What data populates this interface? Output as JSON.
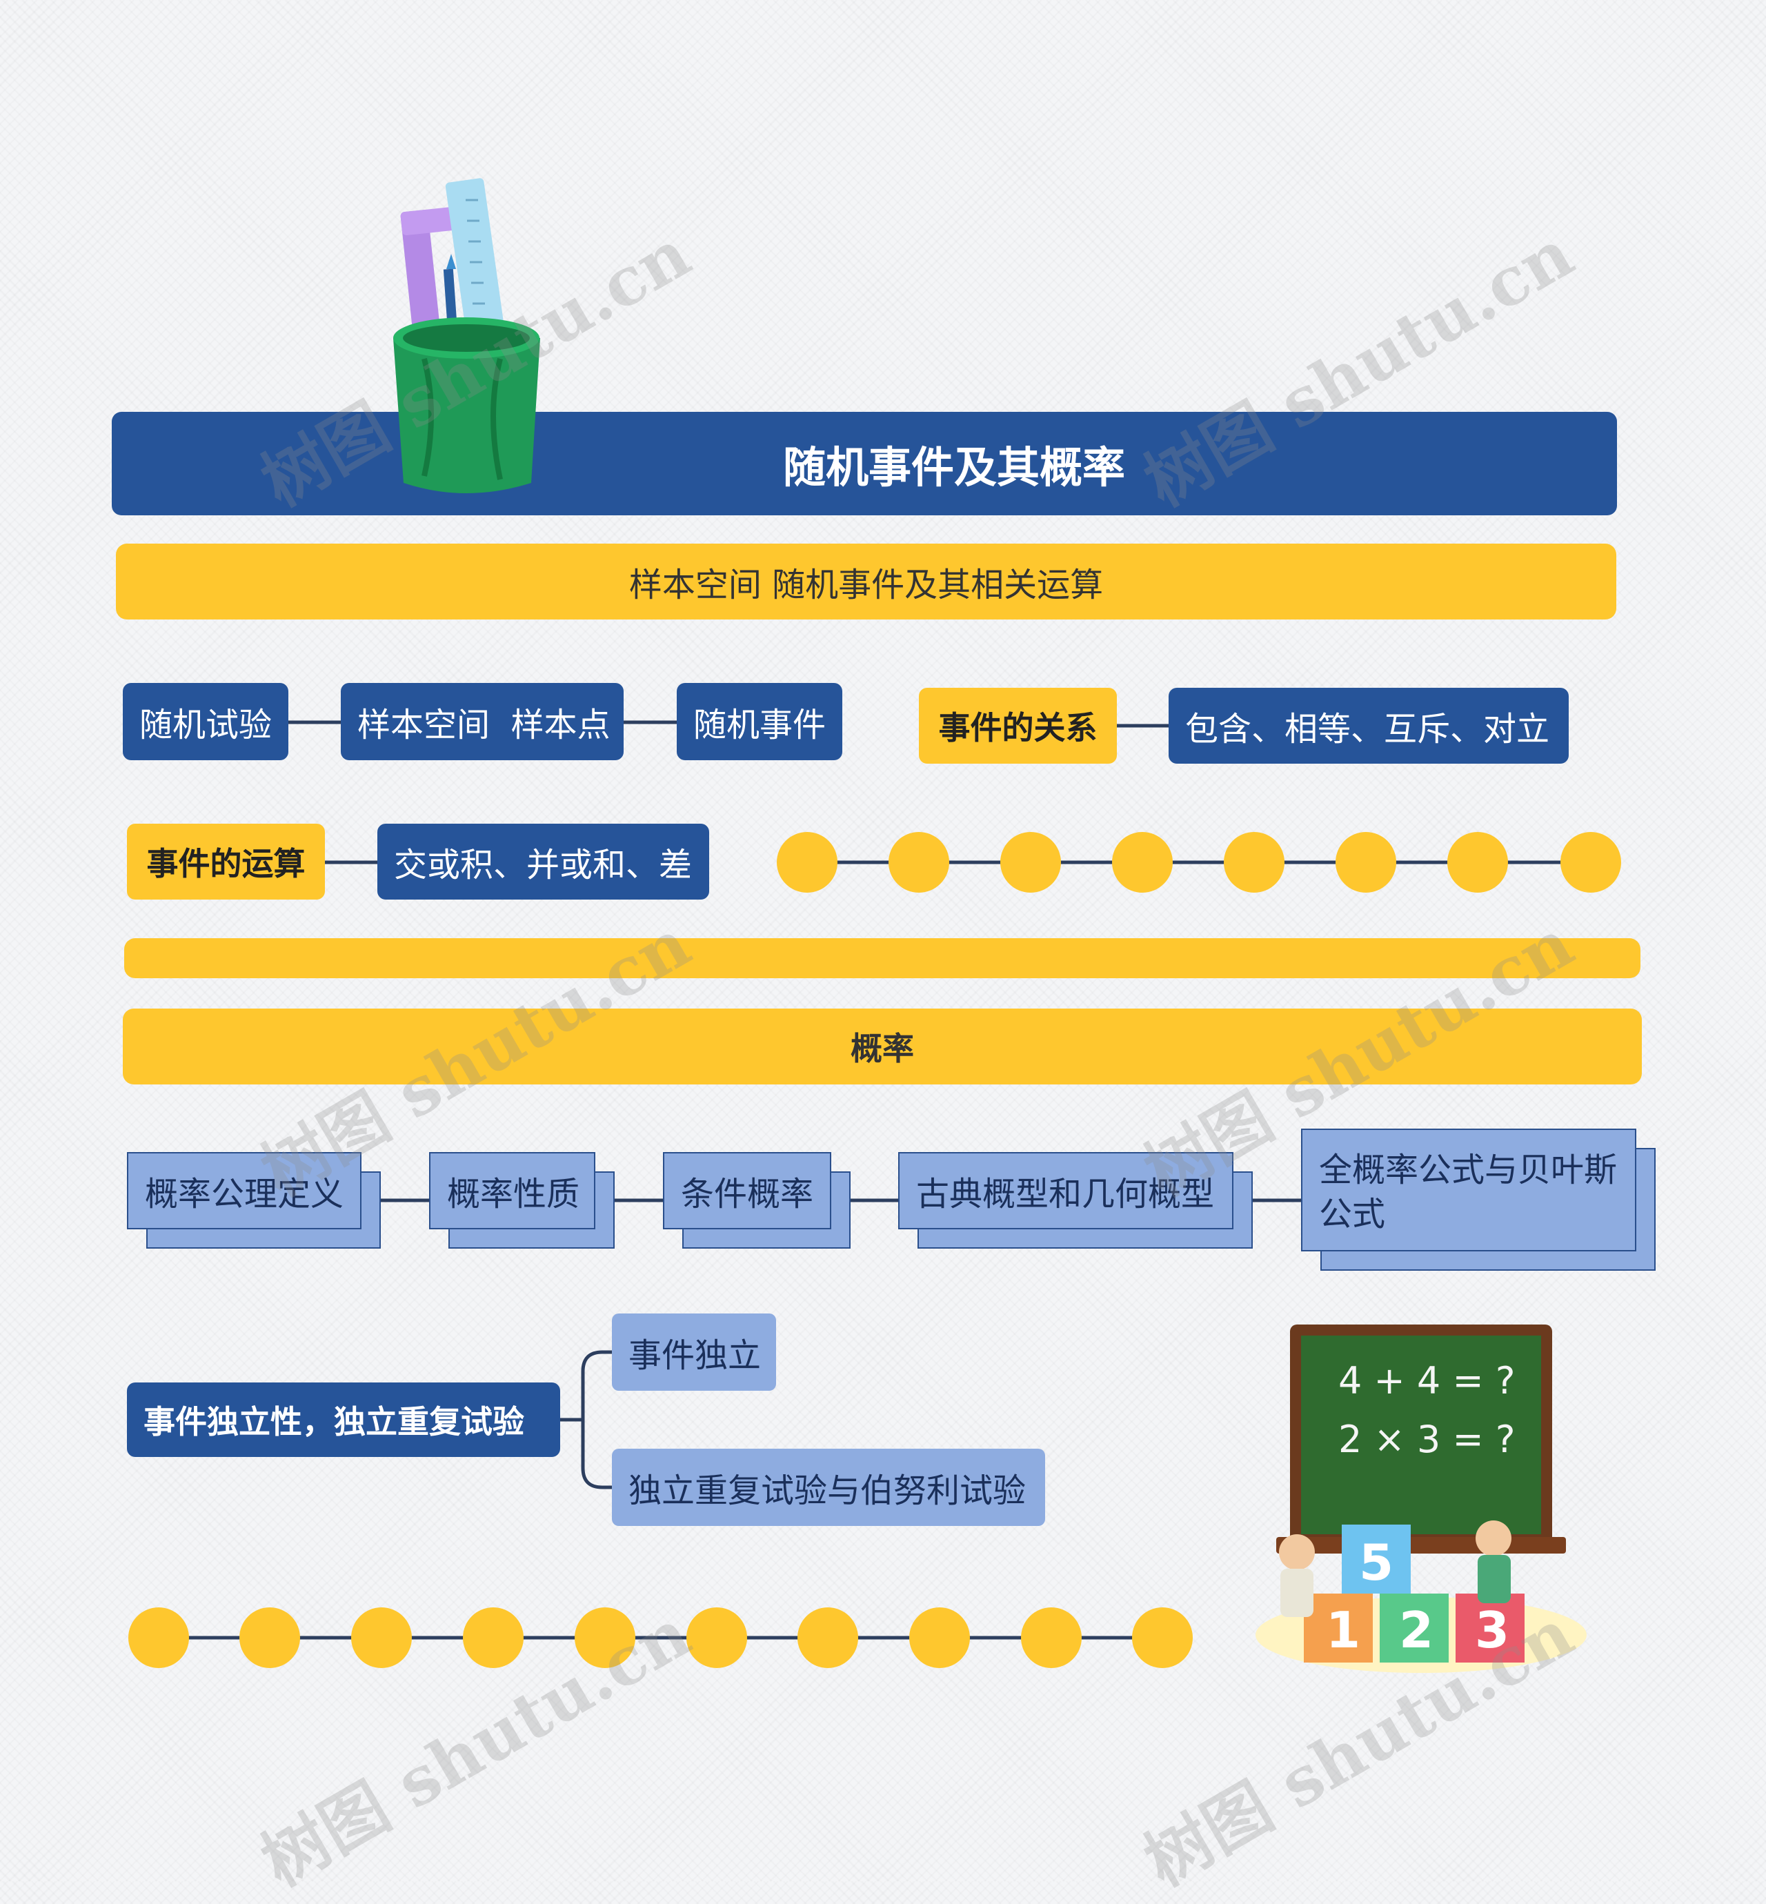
{
  "title": "随机事件及其概率",
  "section1": {
    "header": "样本空间 随机事件及其相关运算",
    "chain": [
      "随机试验",
      "样本空间  样本点",
      "随机事件"
    ],
    "relation": {
      "label": "事件的关系",
      "value": "包含、相等、互斥、对立"
    },
    "operation": {
      "label": "事件的运算",
      "value": "交或积、并或和、差"
    }
  },
  "section2": {
    "header": "概率",
    "items": [
      "概率公理定义",
      "概率性质",
      "条件概率",
      "古典概型和几何概型",
      "全概率公式与贝叶斯公式"
    ]
  },
  "independence": {
    "label": "事件独立性，独立重复试验",
    "children": [
      "事件独立",
      "独立重复试验与伯努利试验"
    ]
  },
  "blackboard": {
    "line1": "4 + 4 = ?",
    "line2": "2 × 3 = ?"
  },
  "blocks": [
    "5",
    "1",
    "2",
    "3"
  ],
  "watermark": "树图 shutu.cn",
  "colors": {
    "navy": "#265499",
    "yellow": "#fec72e",
    "light_blue": "#8eace0",
    "connector": "#2c3e5e"
  }
}
